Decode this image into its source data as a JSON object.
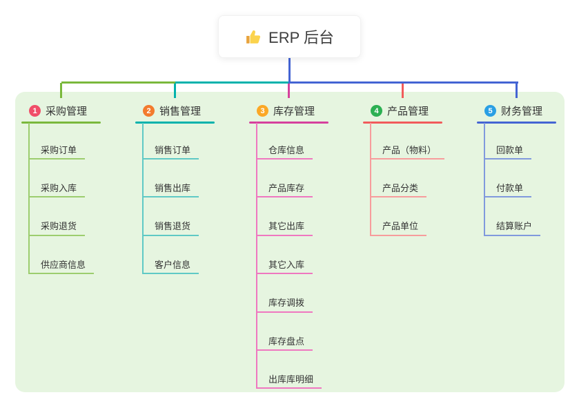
{
  "root": {
    "label": "ERP 后台",
    "icon": "thumbs-up-icon"
  },
  "colors": {
    "panel_bg": "#e6f5e0",
    "root_line": "#4464d3",
    "text": "#333333"
  },
  "branches": [
    {
      "badge": "1",
      "badge_color": "#f04e68",
      "line_color": "#7ab83c",
      "sub_line_color": "#9ccd6e",
      "label": "采购管理",
      "items": [
        "采购订单",
        "采购入库",
        "采购退货",
        "供应商信息"
      ]
    },
    {
      "badge": "2",
      "badge_color": "#f37b2e",
      "line_color": "#00b2ac",
      "sub_line_color": "#5fc9c5",
      "label": "销售管理",
      "items": [
        "销售订单",
        "销售出库",
        "销售退货",
        "客户信息"
      ]
    },
    {
      "badge": "3",
      "badge_color": "#fba826",
      "line_color": "#d6419d",
      "sub_line_color": "#ef77c0",
      "label": "库存管理",
      "items": [
        "仓库信息",
        "产品库存",
        "其它出库",
        "其它入库",
        "库存调拨",
        "库存盘点",
        "出库库明细"
      ]
    },
    {
      "badge": "4",
      "badge_color": "#2cb052",
      "line_color": "#f15b5b",
      "sub_line_color": "#f79c9c",
      "label": "产品管理",
      "items": [
        "产品（物料）",
        "产品分类",
        "产品单位"
      ]
    },
    {
      "badge": "5",
      "badge_color": "#2a9fe4",
      "line_color": "#4464d3",
      "sub_line_color": "#8099dd",
      "label": "财务管理",
      "items": [
        "回款单",
        "付款单",
        "结算账户"
      ]
    }
  ]
}
